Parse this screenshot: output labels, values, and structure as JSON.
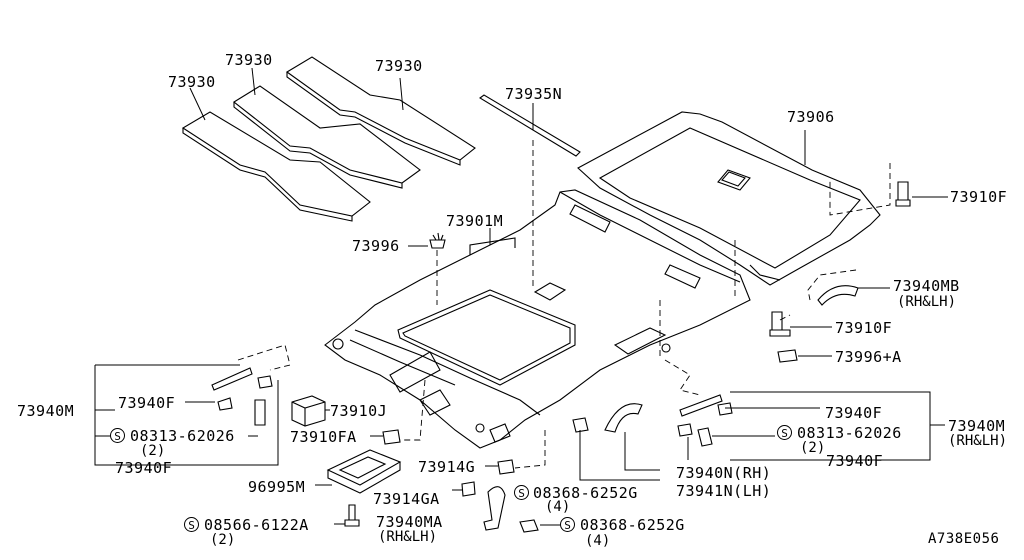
{
  "diagram_code": "A738E056",
  "labels": {
    "p73930a": "73930",
    "p73930b": "73930",
    "p73930c": "73930",
    "p73935N": "73935N",
    "p73906": "73906",
    "p73910F_a": "73910F",
    "p73901M": "73901M",
    "p73996": "73996",
    "p73940MB": "73940MB",
    "p73940MB_note": "(RH&LH)",
    "p73910F_b": "73910F",
    "p73996A": "73996+A",
    "p73940M_left": "73940M",
    "p73940F_l1": "73940F",
    "p08313_l": "08313-62026",
    "p08313_l_qty": "(2)",
    "p73940F_l2": "73940F",
    "p73910J": "73910J",
    "p73910FA": "73910FA",
    "p73914G": "73914G",
    "p96995M": "96995M",
    "p73914GA": "73914GA",
    "p08368_a": "08368-6252G",
    "p08368_a_qty": "(4)",
    "p08566": "08566-6122A",
    "p08566_qty": "(2)",
    "p73940MA": "73940MA",
    "p73940MA_note": "(RH&LH)",
    "p08368_b": "08368-6252G",
    "p08368_b_qty": "(4)",
    "p73940F_r1": "73940F",
    "p73940M_right": "73940M",
    "p73940M_right_note": "(RH&LH)",
    "p08313_r": "08313-62026",
    "p08313_r_qty": "(2)",
    "p73940F_r2": "73940F",
    "p73940N": "73940N(RH)",
    "p73941N": "73941N(LH)"
  },
  "screw_symbol": "S"
}
